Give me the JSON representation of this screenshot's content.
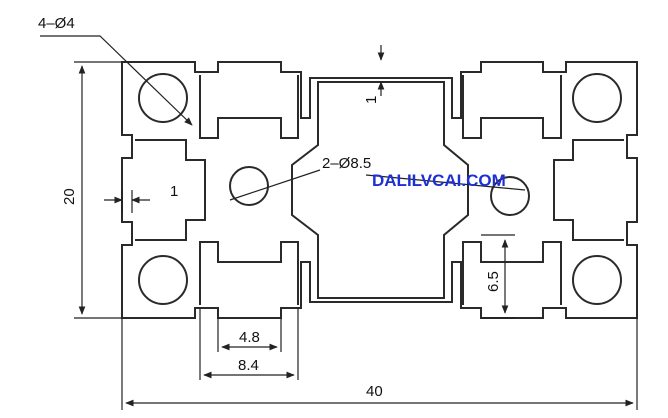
{
  "labels": {
    "hole_corner": "4–Ø4",
    "hole_center": "2–Ø8.5",
    "thickness_top": "1",
    "thickness_side": "1",
    "height": "20",
    "width": "40",
    "slot_inner": "4.8",
    "slot_outer": "8.4",
    "slot_depth": "6.5"
  },
  "watermark": "DALILVCAI.COM",
  "colors": {
    "line": "#2a2a2a",
    "profile_fill": "#ffffff",
    "watermark": "#1d2fd6"
  }
}
